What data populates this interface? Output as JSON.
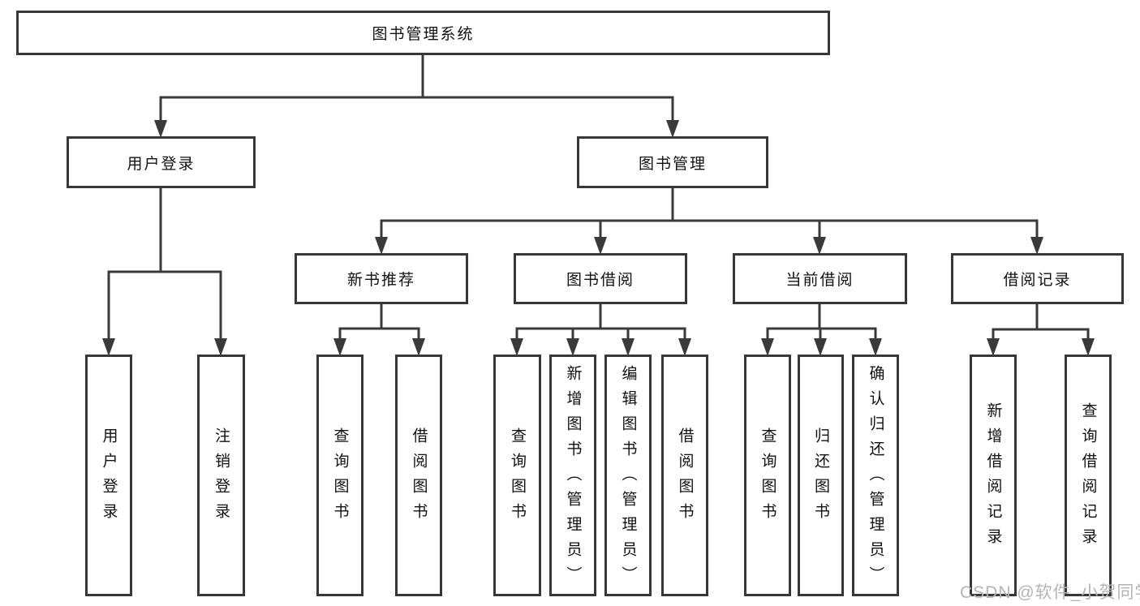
{
  "diagram_title": "图书管理系统",
  "tree": {
    "root": "图书管理系统",
    "branches": [
      {
        "label": "用户登录",
        "children": [
          "用户登录",
          "注销登录"
        ]
      },
      {
        "label": "图书管理",
        "children": [
          {
            "label": "新书推荐",
            "children": [
              "查询图书",
              "借阅图书"
            ]
          },
          {
            "label": "图书借阅",
            "children": [
              "查询图书",
              "新增图书（管理员）",
              "编辑图书（管理员）",
              "借阅图书"
            ]
          },
          {
            "label": "当前借阅",
            "children": [
              "查询图书",
              "归还图书",
              "确认归还（管理员）"
            ]
          },
          {
            "label": "借阅记录",
            "children": [
              "新增借阅记录",
              "查询借阅记录"
            ]
          }
        ]
      }
    ]
  },
  "watermark": "CSDN @软件_小贺同学",
  "colors": {
    "line": "#3a3a3a",
    "box_border": "#383838",
    "text": "#111111",
    "watermark_gray": "#b5b5b5",
    "background": "#ffffff"
  }
}
